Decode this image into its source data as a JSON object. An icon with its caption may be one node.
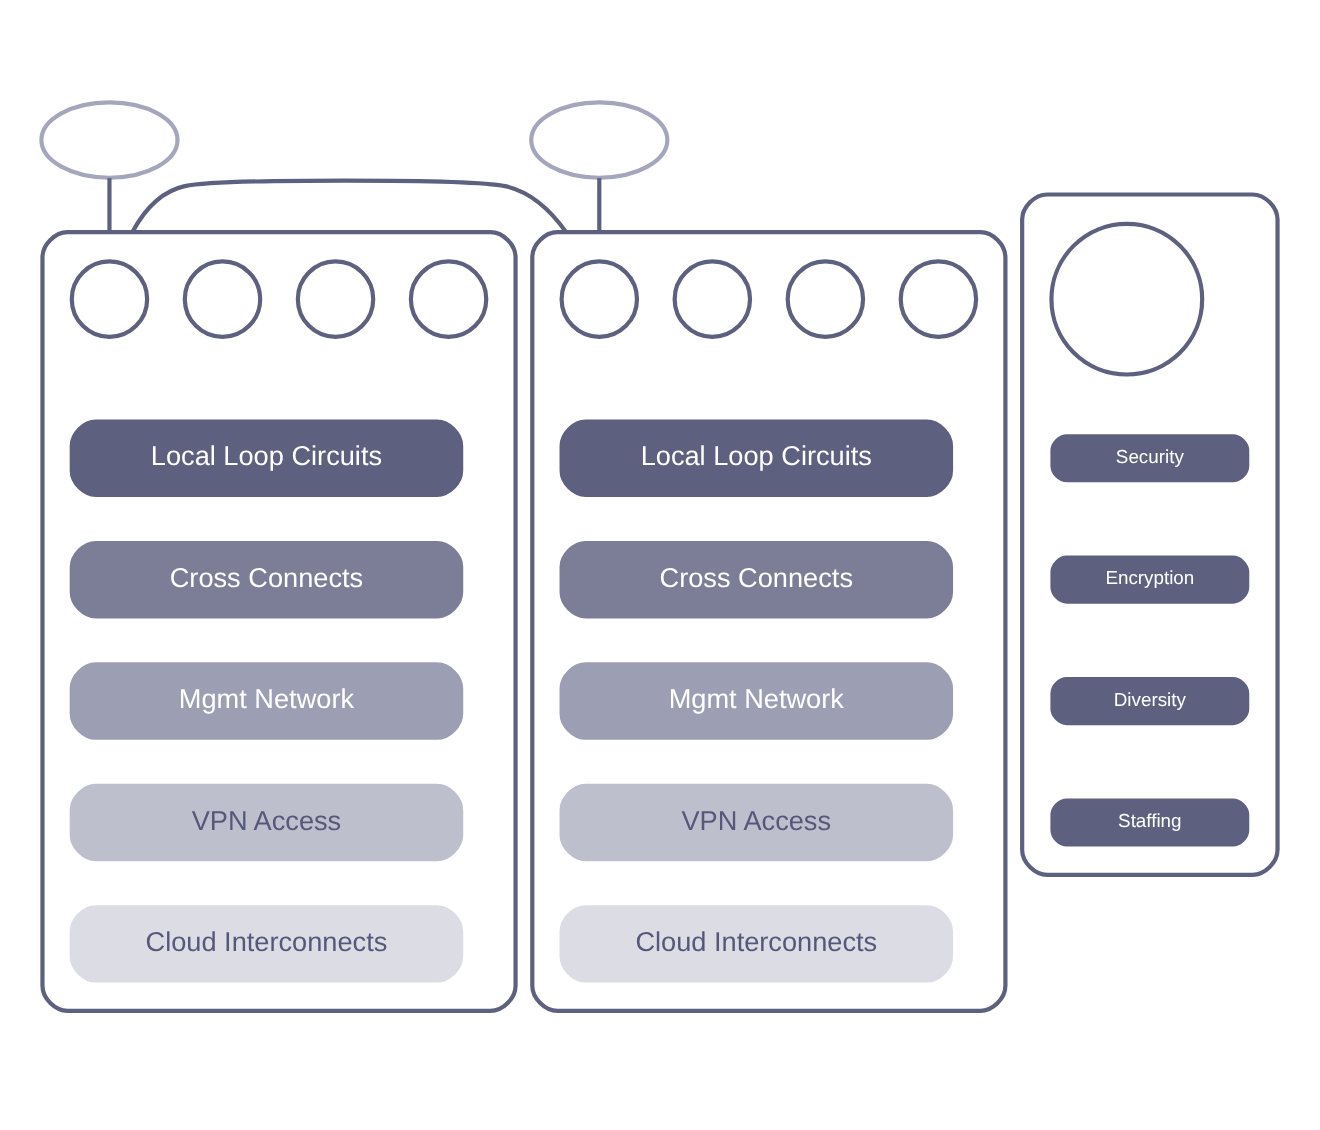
{
  "diagram": {
    "nodes": [
      {
        "text": [],
        "shape": "cloud"
      },
      {
        "text": [],
        "shape": "cloud"
      },
      {
        "text": [],
        "shape": "box"
      },
      {
        "text": [],
        "shape": "circle",
        "in": 2
      },
      {
        "text": [],
        "shape": "circle",
        "in": 2
      },
      {
        "text": [],
        "shape": "circle",
        "in": 2
      },
      {
        "text": [],
        "shape": "circle",
        "in": 2
      },
      {
        "text": [
          "Local Loop Circuits"
        ],
        "in": 2
      },
      {
        "text": [
          "Cross Connects"
        ],
        "in": 2
      },
      {
        "text": [
          "Mgmt Network"
        ],
        "in": 2
      },
      {
        "text": [
          "VPN Access"
        ],
        "in": 2
      },
      {
        "text": [
          "Cloud Interconnects"
        ],
        "in": 2
      },
      {
        "text": [],
        "shape": "box"
      },
      {
        "text": [],
        "shape": "circle",
        "in": 12
      },
      {
        "text": [
          "Security"
        ],
        "in": 12
      },
      {
        "text": [
          "Encryption"
        ],
        "in": 12
      },
      {
        "text": [
          "Diversity"
        ],
        "in": 12
      },
      {
        "text": [
          "Staffing"
        ],
        "in": 12
      },
      {
        "text": [],
        "shape": "box"
      },
      {
        "text": [],
        "shape": "circle",
        "in": 18
      },
      {
        "text": [],
        "shape": "circle",
        "in": 18
      },
      {
        "text": [],
        "shape": "circle",
        "in": 18
      },
      {
        "text": [],
        "shape": "circle",
        "in": 18
      },
      {
        "text": [
          "Local Loop Circuits"
        ],
        "in": 18
      },
      {
        "text": [
          "Cross Connects"
        ],
        "in": 18
      },
      {
        "text": [
          "Mgmt Network"
        ],
        "in": 18
      },
      {
        "text": [
          "VPN Access"
        ],
        "in": 18
      },
      {
        "text": [
          "Cloud Interconnects"
        ],
        "in": 18
      }
    ],
    "edges": [
      {
        "from": 0,
        "to": 2,
        "arrow": "none"
      },
      {
        "from": 1,
        "to": 18,
        "arrow": "none"
      },
      {
        "from": 2,
        "to": 18,
        "arrow": "none"
      }
    ]
  }
}
